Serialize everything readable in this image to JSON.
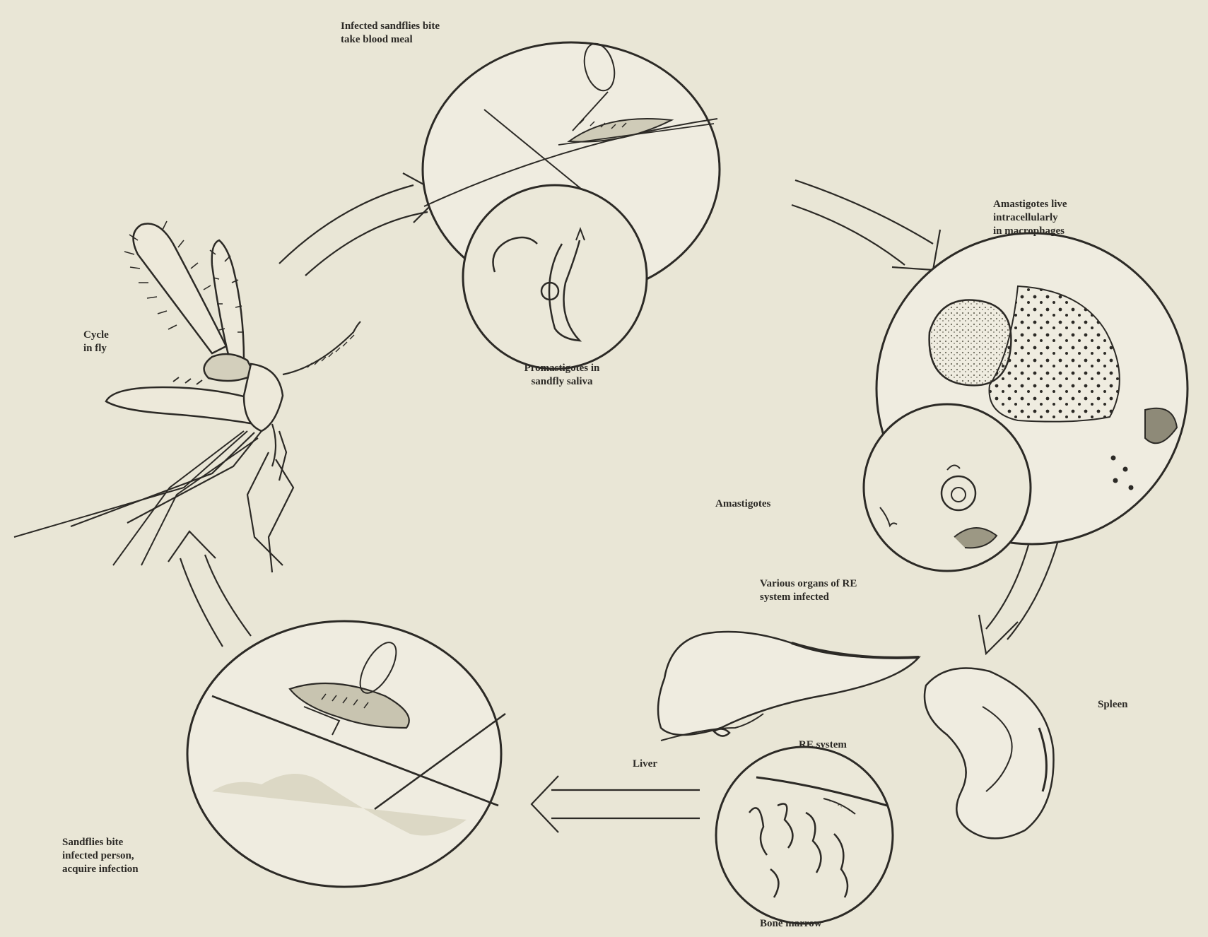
{
  "diagram": {
    "labels": {
      "infected_sandflies": "Infected sandflies bite\ntake blood meal",
      "promastigotes": "Promastigotes in\nsandfly saliva",
      "amastigotes_live": "Amastigotes live\nintracellularly\nin macrophages",
      "amastigotes": "Amastigotes",
      "various_organs": "Various organs of RE\nsystem infected",
      "cycle_in_fly": "Cycle\nin fly",
      "spleen": "Spleen",
      "liver": "Liver",
      "re_system": "RE system",
      "bone_marrow": "Bone marrow",
      "sandflies_bite": "Sandflies bite\ninfected person,\nacquire infection"
    },
    "colors": {
      "background": "#e9e6d6",
      "ink": "#2c2a26",
      "shading": "#b9b5a0"
    }
  }
}
